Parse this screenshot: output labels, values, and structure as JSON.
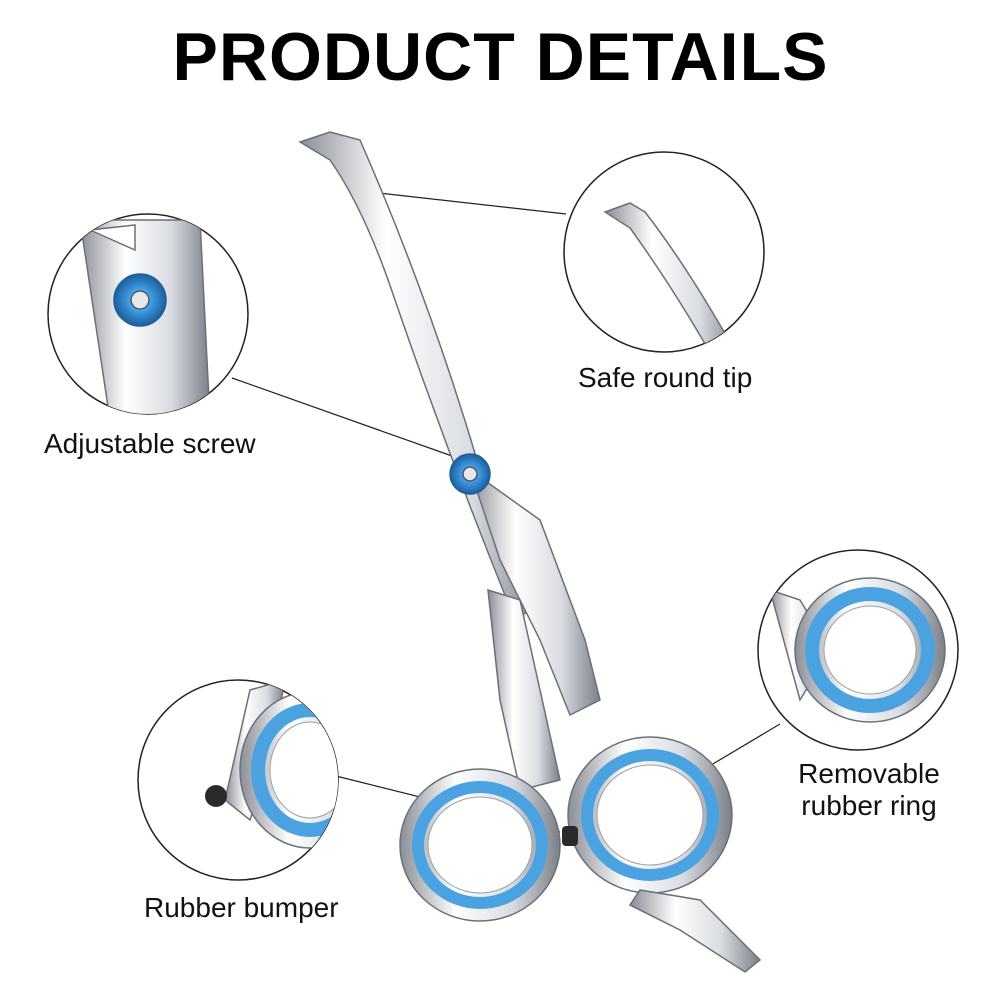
{
  "title": "PRODUCT DETAILS",
  "callouts": {
    "tip": "Safe round tip",
    "screw": "Adjustable screw",
    "ring_line1": "Removable",
    "ring_line2": "rubber ring",
    "bumper": "Rubber bumper"
  },
  "colors": {
    "steel_light": "#f4f5f7",
    "steel_mid": "#c9ccd2",
    "steel_dark": "#6e727a",
    "rubber_blue": "#4aa3e0",
    "screw_blue": "#2f8fd8",
    "bumper_black": "#2a2a2a",
    "outline": "#222222"
  }
}
